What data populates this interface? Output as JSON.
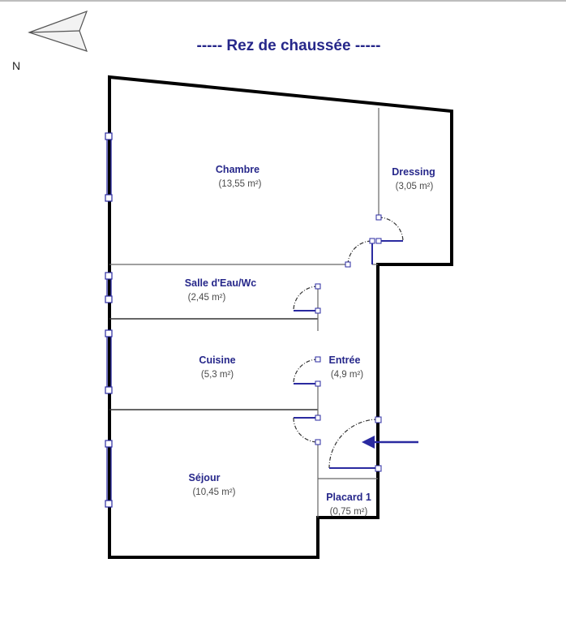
{
  "plan": {
    "title": "----- Rez de chaussée -----",
    "north_label": "N"
  },
  "rooms": {
    "chambre": {
      "name": "Chambre",
      "area": "(13,55 m²)"
    },
    "dressing": {
      "name": "Dressing",
      "area": "(3,05 m²)"
    },
    "salle_eau": {
      "name": "Salle d'Eau/Wc",
      "area": "(2,45 m²)"
    },
    "cuisine": {
      "name": "Cuisine",
      "area": "(5,3 m²)"
    },
    "entree": {
      "name": "Entrée",
      "area": "(4,9 m²)"
    },
    "sejour": {
      "name": "Séjour",
      "area": "(10,45 m²)"
    },
    "placard": {
      "name": "Placard 1",
      "area": "(0,75 m²)"
    }
  },
  "colors": {
    "label": "#26278a",
    "wall": "#000000",
    "window": "#2a2aa0",
    "entry_arrow": "#2a2aa0"
  },
  "icons": {
    "compass": "north-arrow-icon",
    "entry": "entry-arrow-icon"
  }
}
